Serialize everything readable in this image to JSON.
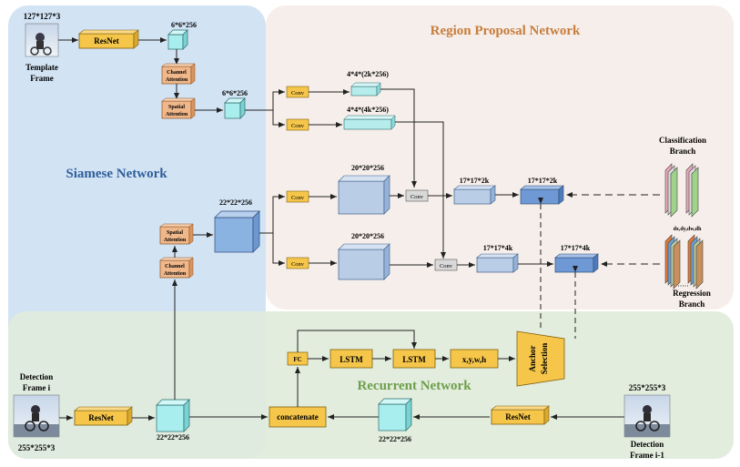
{
  "regions": {
    "siamese": "Siamese Network",
    "rpn": "Region Proposal Network",
    "recurrent": "Recurrent Network"
  },
  "colors": {
    "siamese_bg": "#d2e3f4",
    "rpn_bg": "#f6eeea",
    "recurrent_bg": "#dfebdb",
    "rpn_title": "#c87d3c",
    "recurrent_title": "#6e9e4a",
    "siamese_title": "#2f5f9a",
    "yellow_box": "#f5c64a",
    "orange_box": "#f0b78a",
    "cyan_cube": "#a9eeee",
    "blue_cube": "#8bb3e2"
  },
  "template": {
    "size": "127*127*3",
    "label_line1": "Template",
    "label_line2": "Frame",
    "resnet": "ResNet",
    "feat1": "6*6*256",
    "channel_attention": [
      "Channel",
      "Attention"
    ],
    "spatial_attention": [
      "Spatial",
      "Attention"
    ],
    "feat2": "6*6*256"
  },
  "detection": {
    "label_line1": "Detection",
    "label_line2": "Frame i",
    "size": "255*255*3",
    "resnet": "ResNet",
    "feat": "22*22*256",
    "channel_attention": [
      "Channel",
      "Attention"
    ],
    "spatial_attention": [
      "Spatial",
      "Attention"
    ],
    "feat_att": "22*22*256"
  },
  "rpn": {
    "conv": "Conv",
    "cls_kernel": "4*4*(2k*256)",
    "reg_kernel": "4*4*(4k*256)",
    "cls_search": "20*20*256",
    "reg_search": "20*20*256",
    "cls_out": "17*17*2k",
    "cls_out2": "17*17*2k",
    "reg_out": "17*17*4k",
    "reg_out2": "17*17*4k",
    "classification": [
      "Classification",
      "Branch"
    ],
    "regression": [
      "Regression",
      "Branch"
    ],
    "reg_params": "dx,dy,dw,dh"
  },
  "recurrent": {
    "fc": "FC",
    "lstm1": "LSTM",
    "lstm2": "LSTM",
    "xywh": "x,y,w,h",
    "anchor": [
      "Anchor",
      "Selection"
    ],
    "concatenate": "concatenate",
    "prev_feat": "22*22*256",
    "resnet": "ResNet",
    "prev_size": "255*255*3",
    "prev_label": [
      "Detection",
      "Frame i-1"
    ]
  }
}
